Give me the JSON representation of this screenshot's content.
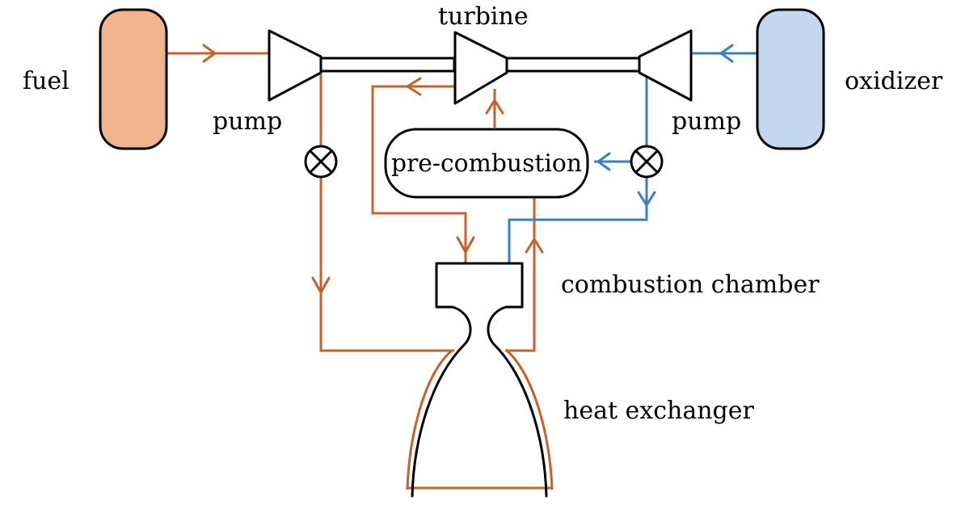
{
  "colors": {
    "fuel_line": "#c5612a",
    "oxidizer_line": "#3a7fbf",
    "fuel_tank_fill": "#f2b48c",
    "oxidizer_tank_fill": "#c3d8ee",
    "outline": "#000000"
  },
  "labels": {
    "fuel": "fuel",
    "oxidizer": "oxidizer",
    "fuel_pump": "pump",
    "oxidizer_pump": "pump",
    "turbine": "turbine",
    "pre_combustion": "pre-combustion",
    "combustion_chamber": "combustion chamber",
    "heat_exchanger": "heat exchanger"
  },
  "icons": {
    "valve": "circled-x-valve-icon",
    "flow_arrow": "chevron-arrow-icon"
  }
}
